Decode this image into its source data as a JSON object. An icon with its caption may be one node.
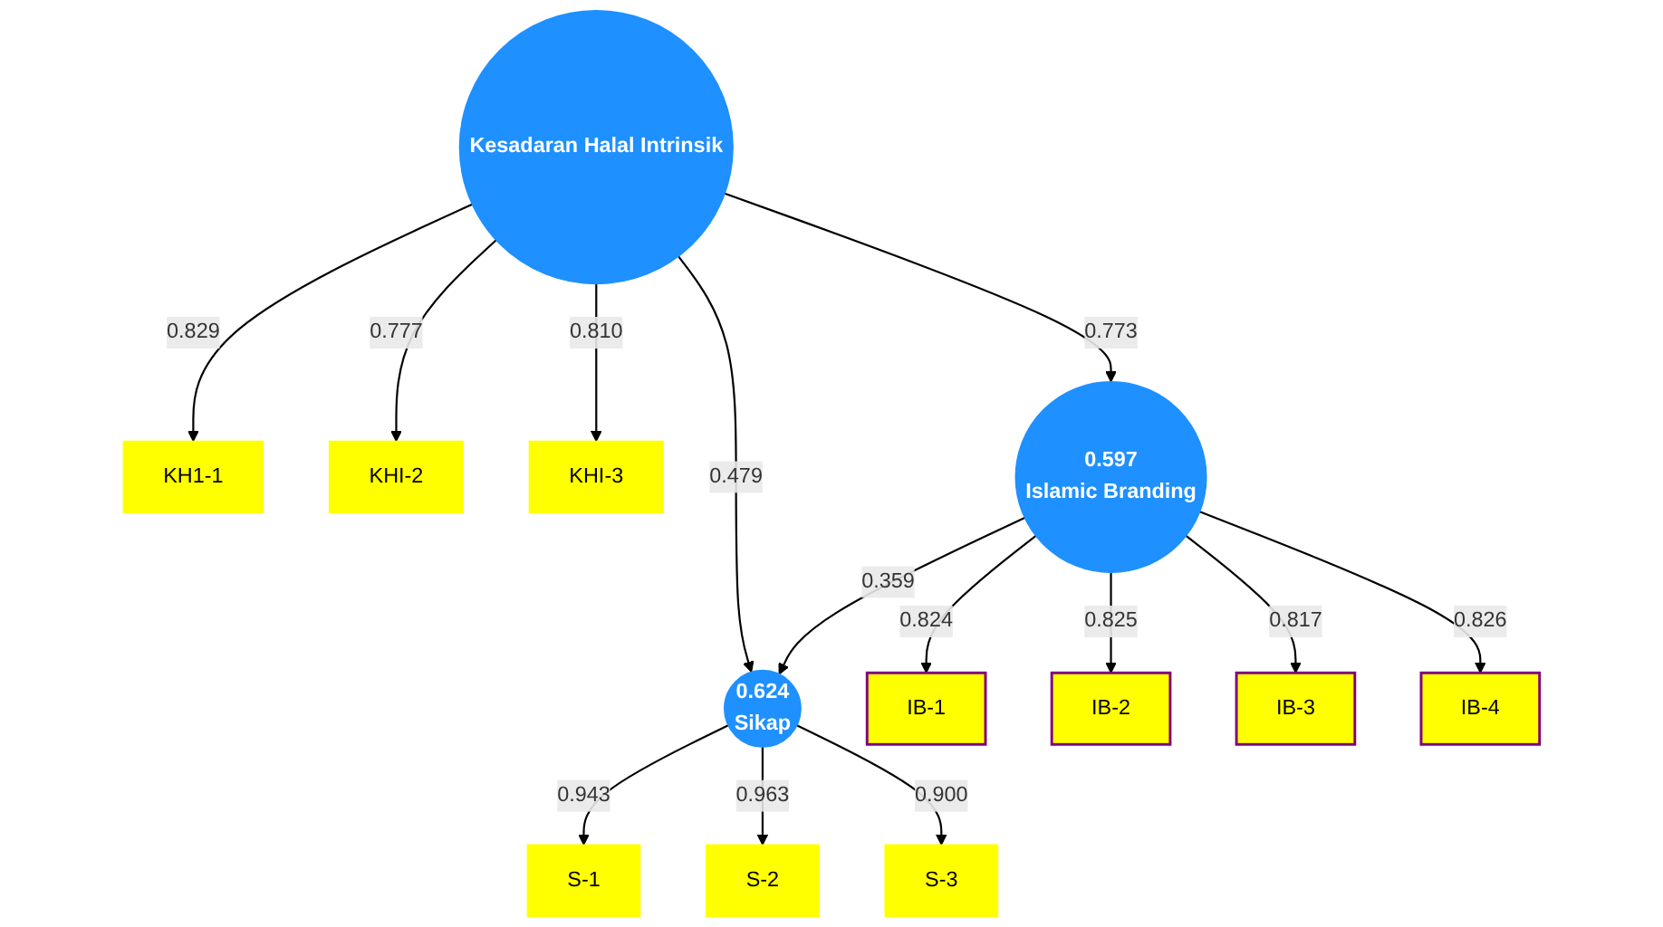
{
  "diagram": {
    "nodes": [
      {
        "text": [
          "KH1-1"
        ]
      },
      {
        "text": [
          "KHI-2"
        ]
      },
      {
        "text": [
          "KHI-3"
        ]
      },
      {
        "text": [
          "Kesadaran Halal Intrinsik"
        ]
      },
      {
        "text": [
          "S-1"
        ]
      },
      {
        "text": [
          "S-2"
        ]
      },
      {
        "text": [
          "S-3"
        ]
      },
      {
        "text": [
          "0.624",
          "Sikap"
        ]
      },
      {
        "text": [
          "0.597",
          "Islamic Branding"
        ]
      },
      {
        "text": [
          "IB-1"
        ]
      },
      {
        "text": [
          "IB-2"
        ]
      },
      {
        "text": [
          "IB-3"
        ]
      },
      {
        "text": [
          "IB-4"
        ]
      }
    ],
    "edges": [
      {
        "from": 3,
        "to": 0,
        "arrow": "to",
        "label": "0.829"
      },
      {
        "from": 3,
        "to": 1,
        "arrow": "to",
        "label": "0.777"
      },
      {
        "from": 3,
        "to": 2,
        "arrow": "to",
        "label": "0.810"
      },
      {
        "from": 3,
        "to": 7,
        "arrow": "to",
        "label": "0.479"
      },
      {
        "from": 3,
        "to": 8,
        "arrow": "to",
        "label": "0.773"
      },
      {
        "from": 7,
        "to": 4,
        "arrow": "to",
        "label": "0.943"
      },
      {
        "from": 7,
        "to": 5,
        "arrow": "to",
        "label": "0.963"
      },
      {
        "from": 7,
        "to": 6,
        "arrow": "to",
        "label": "0.900"
      },
      {
        "from": 8,
        "to": 7,
        "arrow": "to",
        "label": "0.359"
      },
      {
        "from": 8,
        "to": 9,
        "arrow": "to",
        "label": "0.824"
      },
      {
        "from": 8,
        "to": 10,
        "arrow": "to",
        "label": "0.825"
      },
      {
        "from": 8,
        "to": 11,
        "arrow": "to",
        "label": "0.817"
      },
      {
        "from": 8,
        "to": 12,
        "arrow": "to",
        "label": "0.826"
      }
    ]
  }
}
